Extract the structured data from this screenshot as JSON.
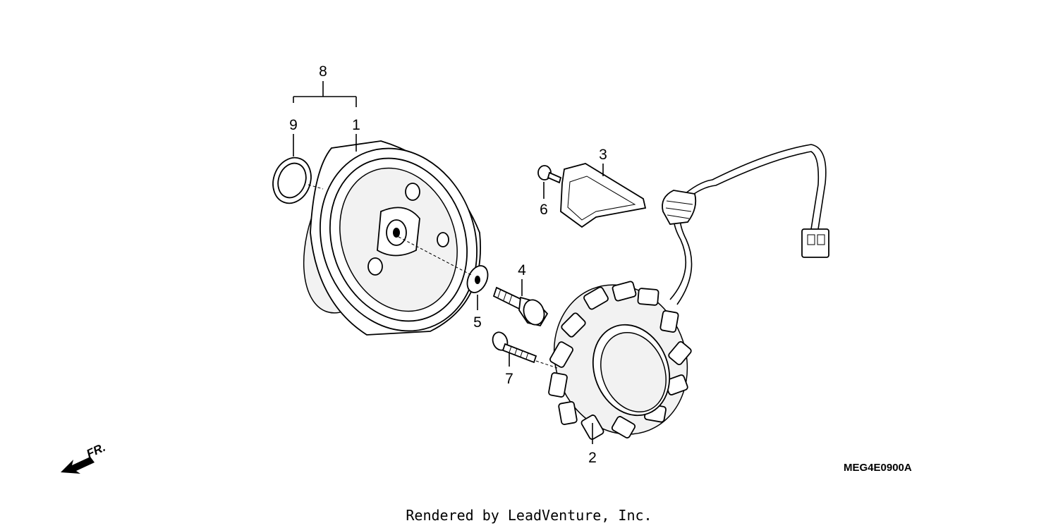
{
  "callouts": {
    "p1": "1",
    "p2": "2",
    "p3": "3",
    "p4": "4",
    "p5": "5",
    "p6": "6",
    "p7": "7",
    "p8": "8",
    "p9": "9"
  },
  "diagram_code": "MEG4E0900A",
  "front_marker": "FR.",
  "credit": "Rendered by LeadVenture, Inc."
}
